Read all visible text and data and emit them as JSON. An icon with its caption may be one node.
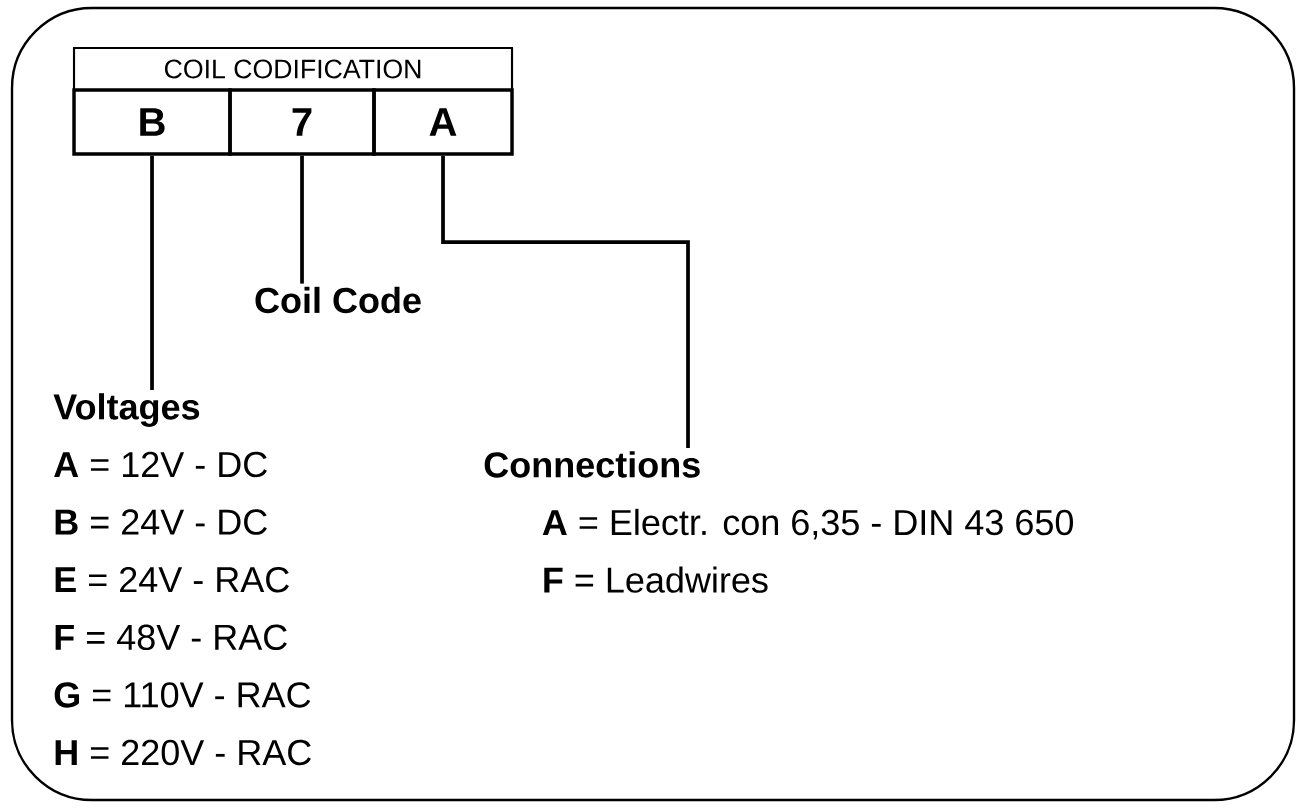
{
  "diagram": {
    "nodes": [
      {
        "text": [
          "COIL CODIFICATION"
        ]
      },
      {
        "text": [
          "B"
        ]
      },
      {
        "text": [
          "7"
        ]
      },
      {
        "text": [
          "A"
        ]
      },
      {
        "text": [
          "Coil Code"
        ]
      },
      {
        "text": [
          "Voltages",
          "**A** = 12V - DC",
          "**B** = 24V - DC",
          "**E** = 24V - RAC",
          "**F** = 48V - RAC",
          "**G** = 110V - RAC",
          "**H** = 220V - RAC"
        ]
      },
      {
        "text": [
          "Connections",
          "**A** = Electr. con 6,35 - DIN 43 650",
          "**F** = Leadwires"
        ]
      }
    ],
    "edges": [
      {
        "from": 1,
        "to": 5,
        "arrow": "none"
      },
      {
        "from": 2,
        "to": 4,
        "arrow": "none"
      },
      {
        "from": 3,
        "to": 6,
        "arrow": "none"
      }
    ]
  }
}
